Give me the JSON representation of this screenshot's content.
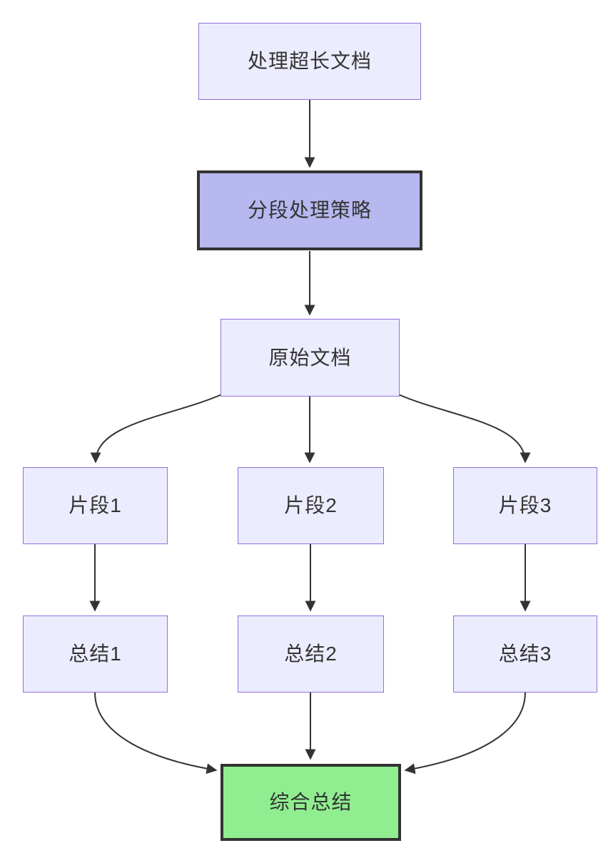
{
  "diagram": {
    "type": "flowchart",
    "direction": "top-down",
    "nodes": [
      {
        "id": "A",
        "label": "处理超长文档",
        "style": "default"
      },
      {
        "id": "B",
        "label": "分段处理策略",
        "style": "emphasis"
      },
      {
        "id": "C",
        "label": "原始文档",
        "style": "default"
      },
      {
        "id": "D",
        "label": "片段1",
        "style": "default"
      },
      {
        "id": "E",
        "label": "片段2",
        "style": "default"
      },
      {
        "id": "F",
        "label": "片段3",
        "style": "default"
      },
      {
        "id": "G",
        "label": "总结1",
        "style": "default"
      },
      {
        "id": "H",
        "label": "总结2",
        "style": "default"
      },
      {
        "id": "I",
        "label": "总结3",
        "style": "default"
      },
      {
        "id": "J",
        "label": "综合总结",
        "style": "success"
      }
    ],
    "edges": [
      {
        "from": "A",
        "to": "B"
      },
      {
        "from": "B",
        "to": "C"
      },
      {
        "from": "C",
        "to": "D"
      },
      {
        "from": "C",
        "to": "E"
      },
      {
        "from": "C",
        "to": "F"
      },
      {
        "from": "D",
        "to": "G"
      },
      {
        "from": "E",
        "to": "H"
      },
      {
        "from": "F",
        "to": "I"
      },
      {
        "from": "G",
        "to": "J"
      },
      {
        "from": "H",
        "to": "J"
      },
      {
        "from": "I",
        "to": "J"
      }
    ],
    "colors": {
      "node_fill": "#ECECFF",
      "node_border": "#9370DB",
      "emphasis_fill": "#B8B8F0",
      "emphasis_border": "#333333",
      "success_fill": "#90EE90",
      "success_border": "#333333",
      "text": "#333333",
      "edge": "#333333",
      "background": "#FFFFFF"
    }
  }
}
